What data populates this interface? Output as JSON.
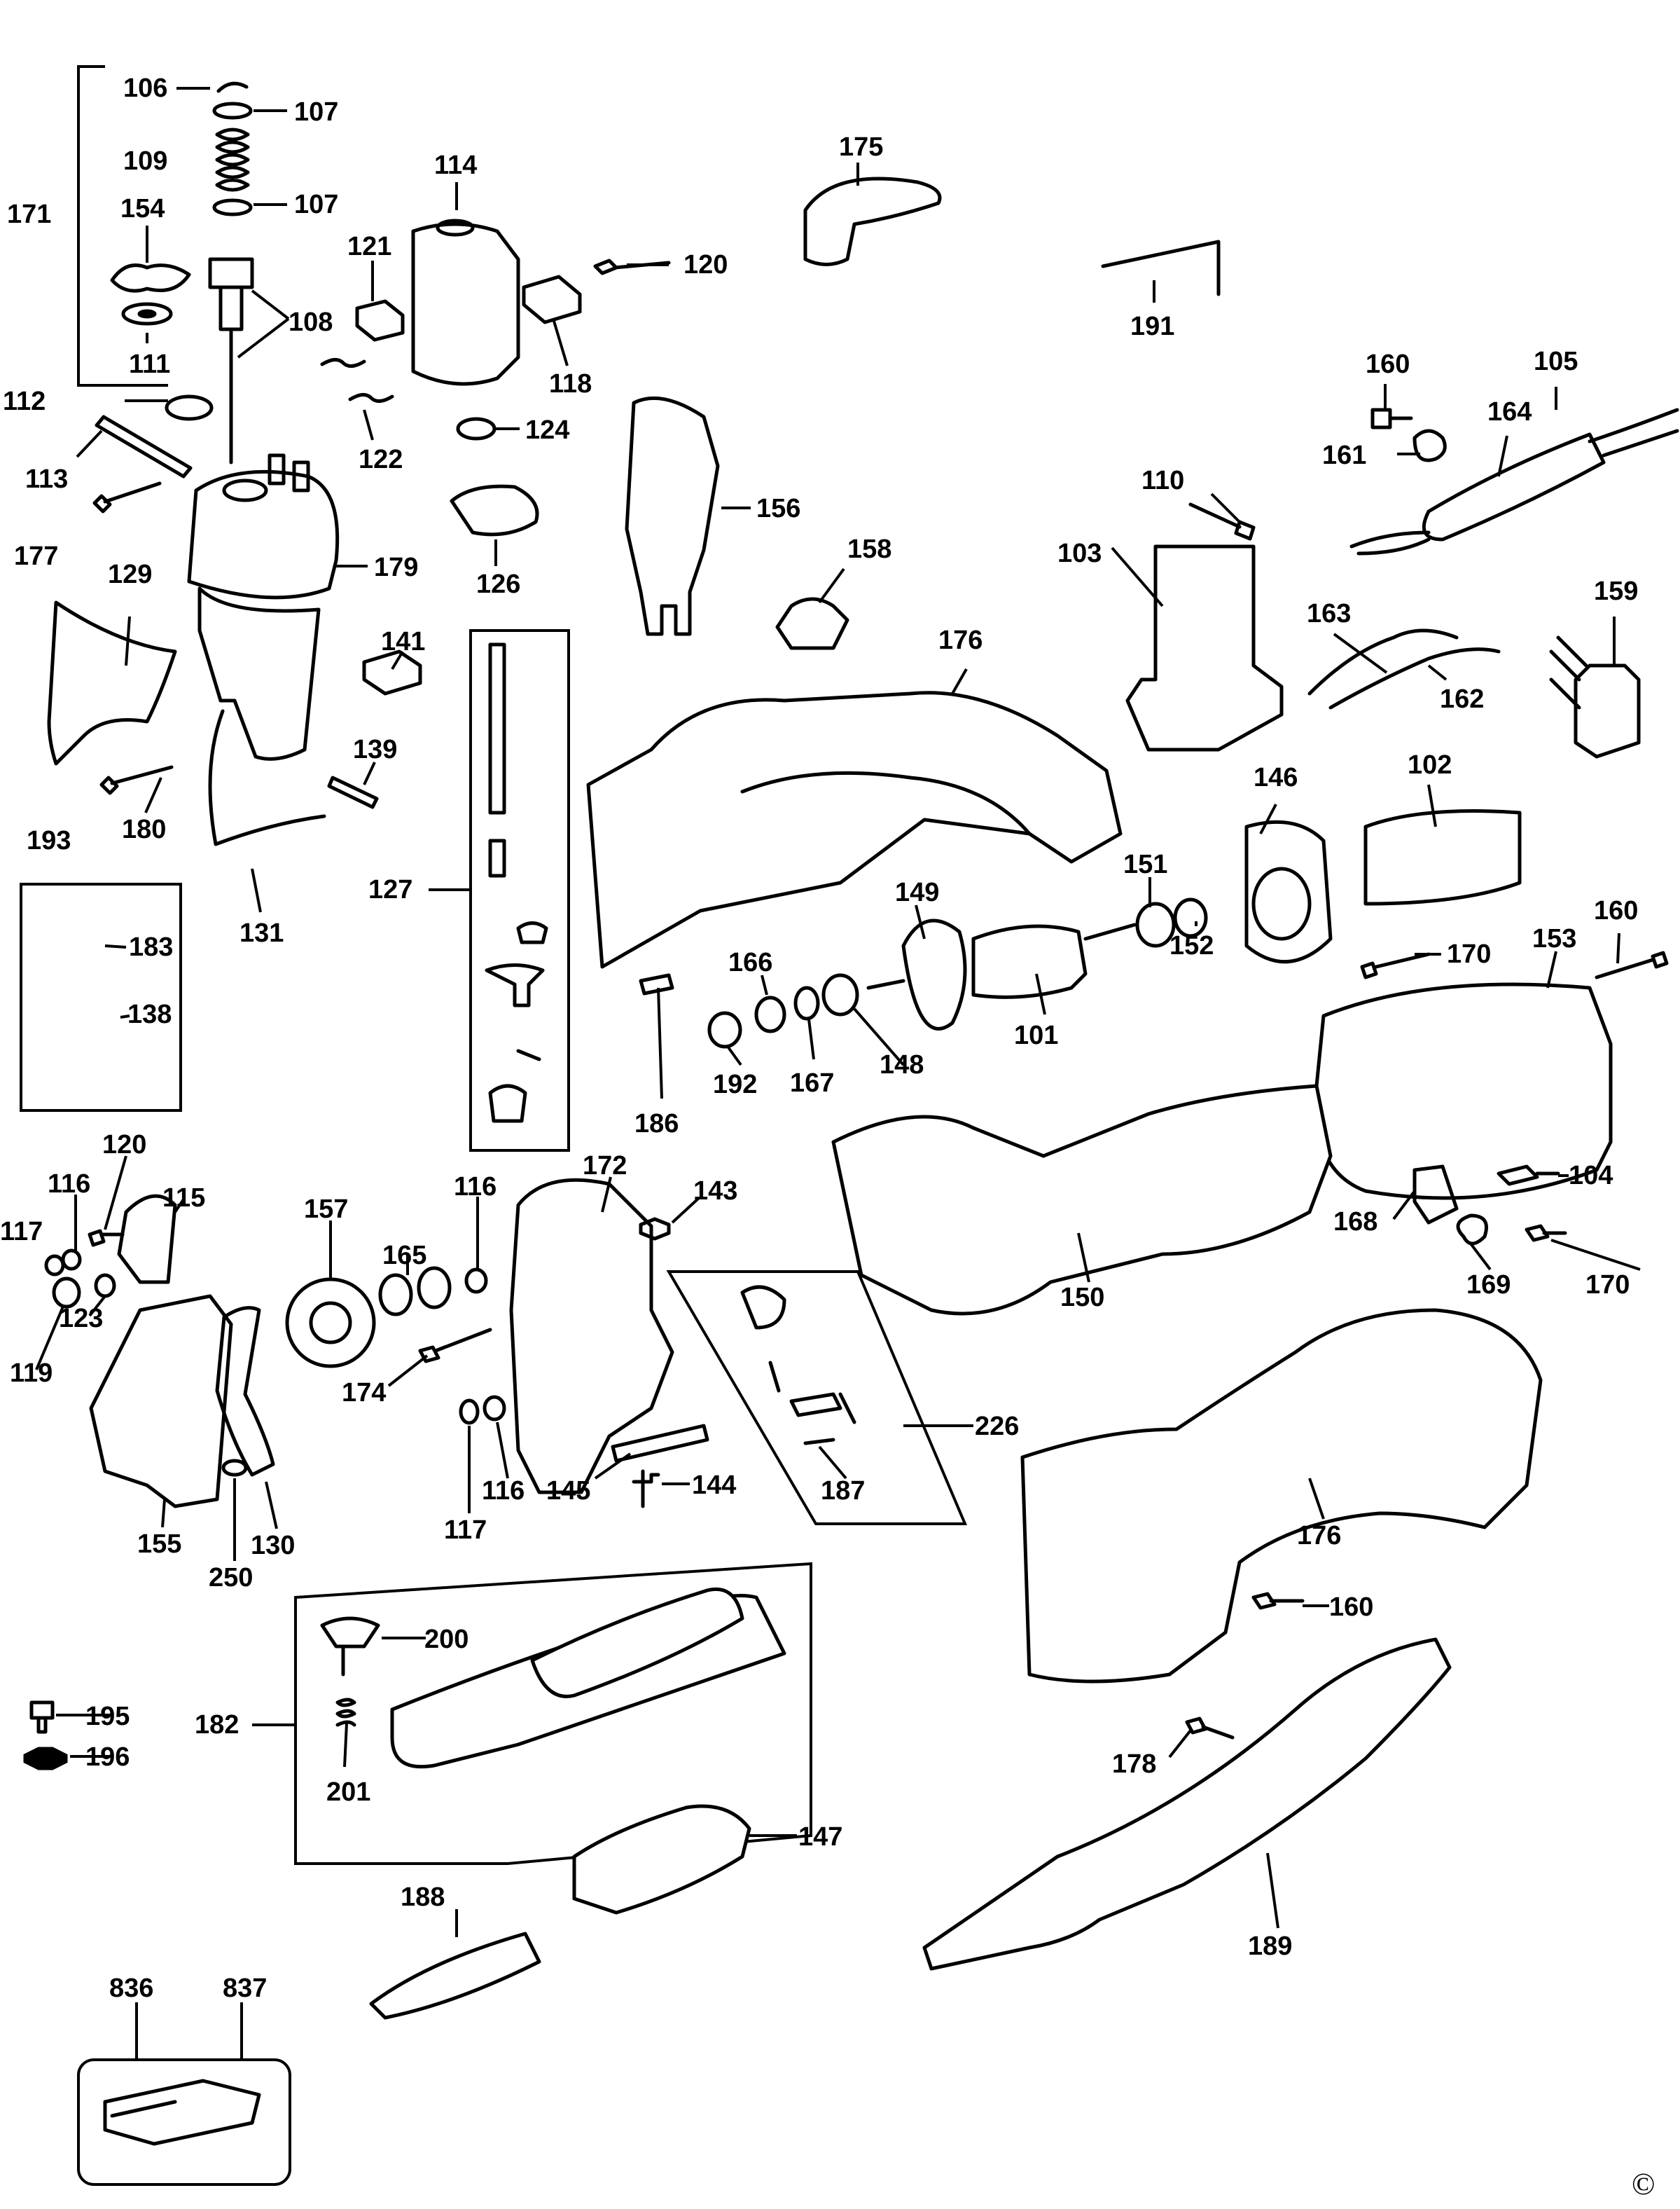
{
  "copyright_symbol": "©",
  "part_labels": [
    {
      "id": "106",
      "text": "106"
    },
    {
      "id": "107a",
      "text": "107"
    },
    {
      "id": "171",
      "text": "171"
    },
    {
      "id": "109",
      "text": "109"
    },
    {
      "id": "107b",
      "text": "107"
    },
    {
      "id": "154",
      "text": "154"
    },
    {
      "id": "108",
      "text": "108"
    },
    {
      "id": "111",
      "text": "111"
    },
    {
      "id": "112",
      "text": "112"
    },
    {
      "id": "113",
      "text": "113"
    },
    {
      "id": "177",
      "text": "177"
    },
    {
      "id": "114",
      "text": "114"
    },
    {
      "id": "121",
      "text": "121"
    },
    {
      "id": "120a",
      "text": "120"
    },
    {
      "id": "118",
      "text": "118"
    },
    {
      "id": "122",
      "text": "122"
    },
    {
      "id": "124",
      "text": "124"
    },
    {
      "id": "179",
      "text": "179"
    },
    {
      "id": "126",
      "text": "126"
    },
    {
      "id": "156",
      "text": "156"
    },
    {
      "id": "175",
      "text": "175"
    },
    {
      "id": "191",
      "text": "191"
    },
    {
      "id": "158",
      "text": "158"
    },
    {
      "id": "160a",
      "text": "160"
    },
    {
      "id": "105",
      "text": "105"
    },
    {
      "id": "164",
      "text": "164"
    },
    {
      "id": "161",
      "text": "161"
    },
    {
      "id": "110",
      "text": "110"
    },
    {
      "id": "103",
      "text": "103"
    },
    {
      "id": "163",
      "text": "163"
    },
    {
      "id": "159",
      "text": "159"
    },
    {
      "id": "162",
      "text": "162"
    },
    {
      "id": "129",
      "text": "129"
    },
    {
      "id": "141",
      "text": "141"
    },
    {
      "id": "176a",
      "text": "176"
    },
    {
      "id": "139",
      "text": "139"
    },
    {
      "id": "180",
      "text": "180"
    },
    {
      "id": "193",
      "text": "193"
    },
    {
      "id": "146",
      "text": "146"
    },
    {
      "id": "102",
      "text": "102"
    },
    {
      "id": "183",
      "text": "183"
    },
    {
      "id": "127",
      "text": "127"
    },
    {
      "id": "131",
      "text": "131"
    },
    {
      "id": "149",
      "text": "149"
    },
    {
      "id": "151",
      "text": "151"
    },
    {
      "id": "160b",
      "text": "160"
    },
    {
      "id": "170a",
      "text": "170"
    },
    {
      "id": "153",
      "text": "153"
    },
    {
      "id": "152",
      "text": "152"
    },
    {
      "id": "166",
      "text": "166"
    },
    {
      "id": "138",
      "text": "138"
    },
    {
      "id": "101",
      "text": "101"
    },
    {
      "id": "148",
      "text": "148"
    },
    {
      "id": "192",
      "text": "192"
    },
    {
      "id": "167",
      "text": "167"
    },
    {
      "id": "186",
      "text": "186"
    },
    {
      "id": "120b",
      "text": "120"
    },
    {
      "id": "172",
      "text": "172"
    },
    {
      "id": "116a",
      "text": "116"
    },
    {
      "id": "115",
      "text": "115"
    },
    {
      "id": "116b",
      "text": "116"
    },
    {
      "id": "143",
      "text": "143"
    },
    {
      "id": "104",
      "text": "104"
    },
    {
      "id": "157",
      "text": "157"
    },
    {
      "id": "117a",
      "text": "117"
    },
    {
      "id": "168",
      "text": "168"
    },
    {
      "id": "165",
      "text": "165"
    },
    {
      "id": "123",
      "text": "123"
    },
    {
      "id": "150",
      "text": "150"
    },
    {
      "id": "169",
      "text": "169"
    },
    {
      "id": "170b",
      "text": "170"
    },
    {
      "id": "119",
      "text": "119"
    },
    {
      "id": "174",
      "text": "174"
    },
    {
      "id": "226",
      "text": "226"
    },
    {
      "id": "116c",
      "text": "116"
    },
    {
      "id": "145",
      "text": "145"
    },
    {
      "id": "144",
      "text": "144"
    },
    {
      "id": "187",
      "text": "187"
    },
    {
      "id": "155",
      "text": "155"
    },
    {
      "id": "130",
      "text": "130"
    },
    {
      "id": "117b",
      "text": "117"
    },
    {
      "id": "176b",
      "text": "176"
    },
    {
      "id": "250",
      "text": "250"
    },
    {
      "id": "160c",
      "text": "160"
    },
    {
      "id": "200",
      "text": "200"
    },
    {
      "id": "195",
      "text": "195"
    },
    {
      "id": "182",
      "text": "182"
    },
    {
      "id": "178",
      "text": "178"
    },
    {
      "id": "196",
      "text": "196"
    },
    {
      "id": "201",
      "text": "201"
    },
    {
      "id": "147",
      "text": "147"
    },
    {
      "id": "188",
      "text": "188"
    },
    {
      "id": "189",
      "text": "189"
    },
    {
      "id": "836",
      "text": "836"
    },
    {
      "id": "837",
      "text": "837"
    }
  ]
}
